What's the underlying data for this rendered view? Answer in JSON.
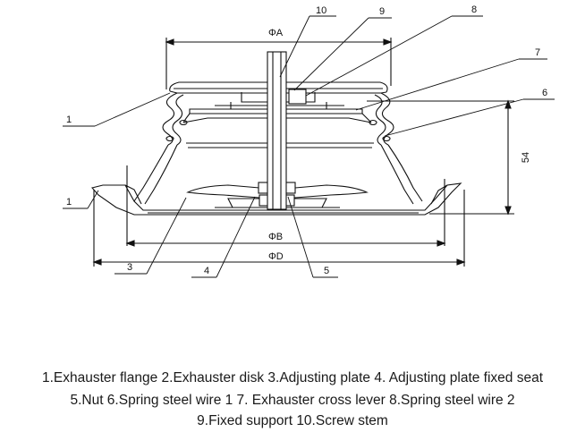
{
  "callouts": {
    "c1_top": "1",
    "c1_bottom": "1",
    "c3": "3",
    "c4": "4",
    "c5": "5",
    "c6": "6",
    "c7": "7",
    "c8": "8",
    "c9": "9",
    "c10": "10"
  },
  "dimensions": {
    "phi_a": "ΦA",
    "phi_b": "ΦB",
    "phi_d": "ΦD",
    "height": "54"
  },
  "legend": {
    "line1": "1.Exhauster flange 2.Exhauster disk 3.Adjusting plate 4. Adjusting plate fixed seat",
    "line2": "5.Nut  6.Spring steel wire 1   7. Exhauster cross lever    8.Spring steel wire 2",
    "line3": "9.Fixed support  10.Screw stem"
  }
}
